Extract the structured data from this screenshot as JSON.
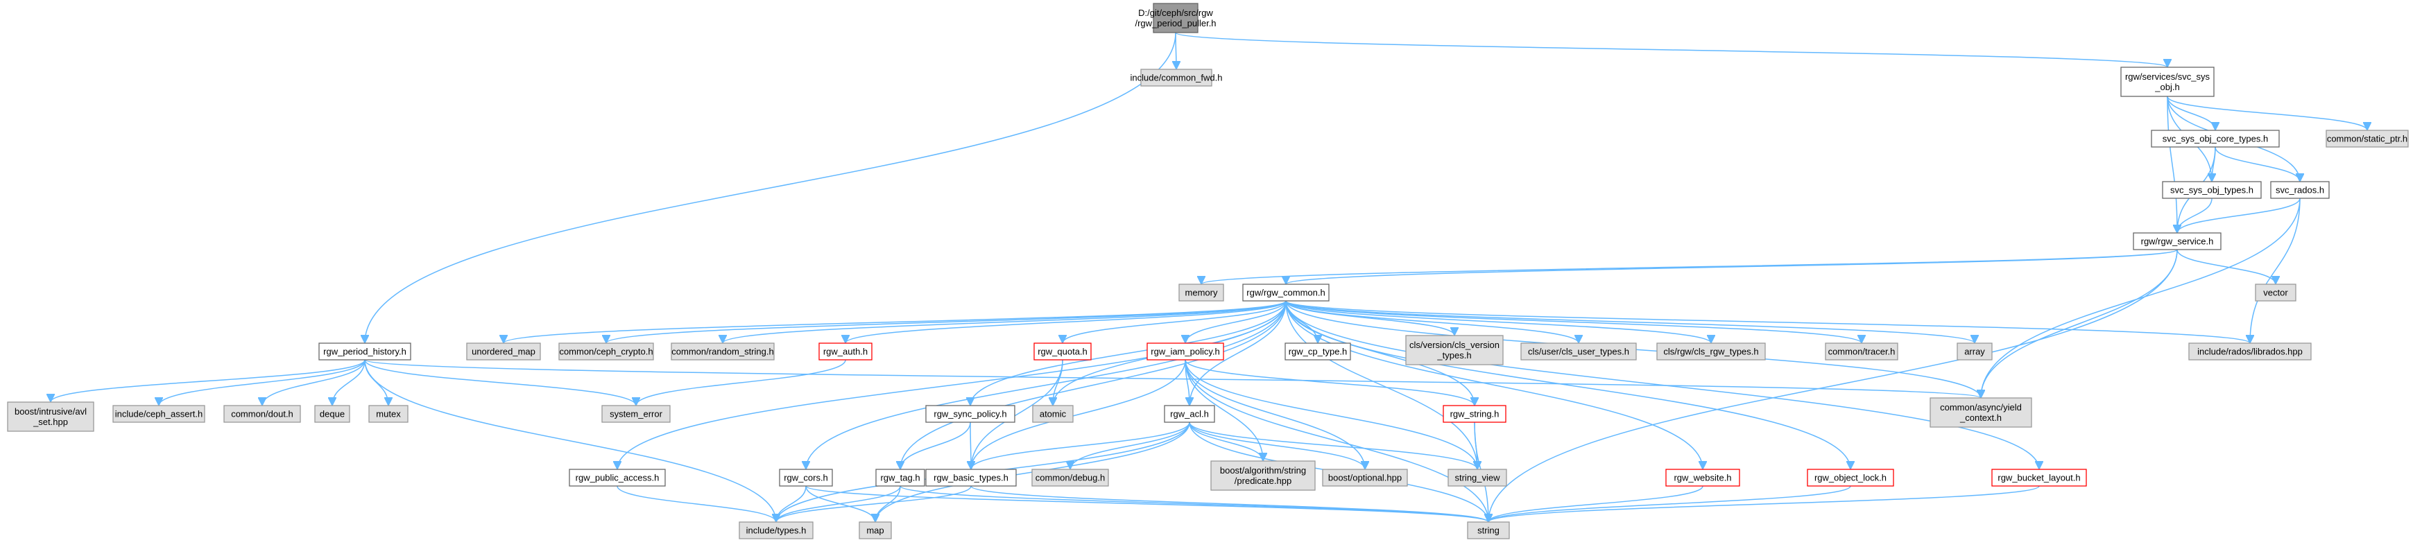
{
  "graph_title": "",
  "legend": [],
  "nodes": {
    "root": [
      "D:/git/ceph/src/rgw",
      "/rgw_period_puller.h"
    ],
    "common_fwd": [
      "include/common_fwd.h"
    ],
    "svc_sys_obj": [
      "rgw/services/svc_sys",
      "_obj.h"
    ],
    "static_ptr": [
      "common/static_ptr.h"
    ],
    "core_types": [
      "svc_sys_obj_core_types.h"
    ],
    "sys_obj_types": [
      "svc_sys_obj_types.h"
    ],
    "svc_rados": [
      "svc_rados.h"
    ],
    "rgw_service": [
      "rgw/rgw_service.h"
    ],
    "memory": [
      "memory"
    ],
    "vector": [
      "vector"
    ],
    "rgw_common": [
      "rgw/rgw_common.h"
    ],
    "period_history": [
      "rgw_period_history.h"
    ],
    "unordered_map": [
      "unordered_map"
    ],
    "ceph_crypto": [
      "common/ceph_crypto.h"
    ],
    "random_string": [
      "common/random_string.h"
    ],
    "rgw_auth": [
      "rgw_auth.h"
    ],
    "rgw_quota": [
      "rgw_quota.h"
    ],
    "iam_policy": [
      "rgw_iam_policy.h"
    ],
    "cp_type": [
      "rgw_cp_type.h"
    ],
    "cls_version": [
      "cls/version/cls_version",
      "_types.h"
    ],
    "cls_user": [
      "cls/user/cls_user_types.h"
    ],
    "cls_rgw": [
      "cls/rgw/cls_rgw_types.h"
    ],
    "tracer": [
      "common/tracer.h"
    ],
    "array": [
      "array"
    ],
    "librados": [
      "include/rados/librados.hpp"
    ],
    "intrusive": [
      "boost/intrusive/avl",
      "_set.hpp"
    ],
    "ceph_assert": [
      "include/ceph_assert.h"
    ],
    "dout": [
      "common/dout.h"
    ],
    "deque": [
      "deque"
    ],
    "mutex": [
      "mutex"
    ],
    "system_error": [
      "system_error"
    ],
    "atomic": [
      "atomic"
    ],
    "sync_policy": [
      "rgw_sync_policy.h"
    ],
    "rgw_acl": [
      "rgw_acl.h"
    ],
    "rgw_string": [
      "rgw_string.h"
    ],
    "yield_context": [
      "common/async/yield",
      "_context.h"
    ],
    "public_access": [
      "rgw_public_access.h"
    ],
    "rgw_cors": [
      "rgw_cors.h"
    ],
    "rgw_tag": [
      "rgw_tag.h"
    ],
    "basic_types": [
      "rgw_basic_types.h"
    ],
    "common_debug": [
      "common/debug.h"
    ],
    "predicate": [
      "boost/algorithm/string",
      "/predicate.hpp"
    ],
    "optional": [
      "boost/optional.hpp"
    ],
    "string_view": [
      "string_view"
    ],
    "rgw_website": [
      "rgw_website.h"
    ],
    "object_lock": [
      "rgw_object_lock.h"
    ],
    "bucket_layout": [
      "rgw_bucket_layout.h"
    ],
    "include_types": [
      "include/types.h"
    ],
    "map": [
      "map"
    ],
    "string": [
      "string"
    ]
  },
  "edges": [
    [
      "root",
      "common_fwd"
    ],
    [
      "root",
      "svc_sys_obj"
    ],
    [
      "root",
      "period_history"
    ],
    [
      "svc_sys_obj",
      "static_ptr"
    ],
    [
      "svc_sys_obj",
      "core_types"
    ],
    [
      "svc_sys_obj",
      "sys_obj_types"
    ],
    [
      "svc_sys_obj",
      "svc_rados"
    ],
    [
      "svc_sys_obj",
      "rgw_service"
    ],
    [
      "core_types",
      "sys_obj_types"
    ],
    [
      "core_types",
      "svc_rados"
    ],
    [
      "core_types",
      "rgw_service"
    ],
    [
      "sys_obj_types",
      "rgw_service"
    ],
    [
      "svc_rados",
      "rgw_service"
    ],
    [
      "svc_rados",
      "librados"
    ],
    [
      "svc_rados",
      "yield_context"
    ],
    [
      "rgw_service",
      "memory"
    ],
    [
      "rgw_service",
      "vector"
    ],
    [
      "rgw_service",
      "rgw_common"
    ],
    [
      "rgw_service",
      "yield_context"
    ],
    [
      "rgw_service",
      "string"
    ],
    [
      "rgw_common",
      "unordered_map"
    ],
    [
      "rgw_common",
      "ceph_crypto"
    ],
    [
      "rgw_common",
      "random_string"
    ],
    [
      "rgw_common",
      "rgw_auth"
    ],
    [
      "rgw_common",
      "public_access"
    ],
    [
      "rgw_common",
      "rgw_cors"
    ],
    [
      "rgw_common",
      "sync_policy"
    ],
    [
      "rgw_common",
      "atomic"
    ],
    [
      "rgw_common",
      "rgw_quota"
    ],
    [
      "rgw_common",
      "rgw_acl"
    ],
    [
      "rgw_common",
      "iam_policy"
    ],
    [
      "rgw_common",
      "cp_type"
    ],
    [
      "rgw_common",
      "string_view"
    ],
    [
      "rgw_common",
      "cls_version"
    ],
    [
      "rgw_common",
      "cls_user"
    ],
    [
      "rgw_common",
      "cls_rgw"
    ],
    [
      "rgw_common",
      "rgw_string"
    ],
    [
      "rgw_common",
      "rgw_website"
    ],
    [
      "rgw_common",
      "tracer"
    ],
    [
      "rgw_common",
      "object_lock"
    ],
    [
      "rgw_common",
      "array"
    ],
    [
      "rgw_common",
      "yield_context"
    ],
    [
      "rgw_common",
      "bucket_layout"
    ],
    [
      "rgw_common",
      "librados"
    ],
    [
      "rgw_common",
      "rgw_tag"
    ],
    [
      "period_history",
      "intrusive"
    ],
    [
      "period_history",
      "ceph_assert"
    ],
    [
      "period_history",
      "dout"
    ],
    [
      "period_history",
      "deque"
    ],
    [
      "period_history",
      "mutex"
    ],
    [
      "period_history",
      "system_error"
    ],
    [
      "period_history",
      "yield_context"
    ],
    [
      "period_history",
      "include_types"
    ],
    [
      "rgw_auth",
      "system_error"
    ],
    [
      "rgw_quota",
      "atomic"
    ],
    [
      "rgw_quota",
      "basic_types"
    ],
    [
      "iam_policy",
      "rgw_acl"
    ],
    [
      "iam_policy",
      "basic_types"
    ],
    [
      "iam_policy",
      "predicate"
    ],
    [
      "iam_policy",
      "optional"
    ],
    [
      "iam_policy",
      "string_view"
    ],
    [
      "iam_policy",
      "rgw_string"
    ],
    [
      "iam_policy",
      "string"
    ],
    [
      "sync_policy",
      "rgw_tag"
    ],
    [
      "sync_policy",
      "basic_types"
    ],
    [
      "rgw_acl",
      "include_types"
    ],
    [
      "rgw_acl",
      "basic_types"
    ],
    [
      "rgw_acl",
      "common_debug"
    ],
    [
      "rgw_acl",
      "predicate"
    ],
    [
      "rgw_acl",
      "optional"
    ],
    [
      "rgw_acl",
      "string_view"
    ],
    [
      "rgw_acl",
      "map"
    ],
    [
      "rgw_acl",
      "string"
    ],
    [
      "rgw_string",
      "string_view"
    ],
    [
      "rgw_string",
      "string"
    ],
    [
      "public_access",
      "include_types"
    ],
    [
      "rgw_cors",
      "include_types"
    ],
    [
      "rgw_cors",
      "map"
    ],
    [
      "rgw_cors",
      "string"
    ],
    [
      "rgw_tag",
      "include_types"
    ],
    [
      "rgw_tag",
      "map"
    ],
    [
      "rgw_tag",
      "string"
    ],
    [
      "basic_types",
      "include_types"
    ],
    [
      "basic_types",
      "string"
    ],
    [
      "rgw_website",
      "string"
    ],
    [
      "object_lock",
      "string"
    ],
    [
      "bucket_layout",
      "string"
    ]
  ]
}
